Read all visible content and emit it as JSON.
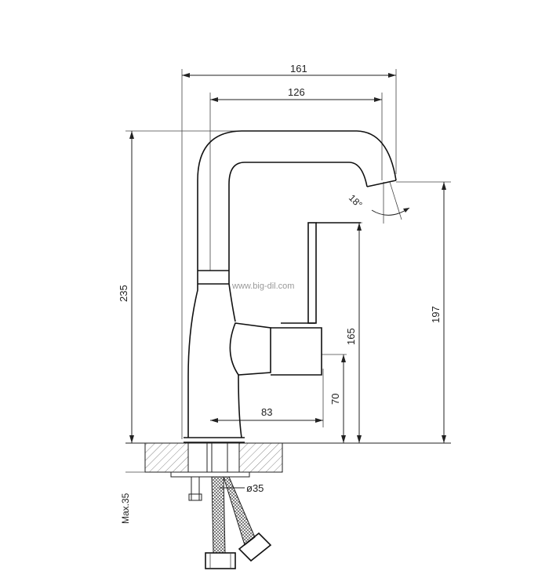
{
  "dimensions": {
    "d161": "161",
    "d126": "126",
    "d235": "235",
    "d197": "197",
    "d165": "165",
    "d70": "70",
    "d83": "83",
    "angle": "18°",
    "hole": "ø35",
    "max": "Max.35"
  },
  "watermark": "www.big-dil.com"
}
